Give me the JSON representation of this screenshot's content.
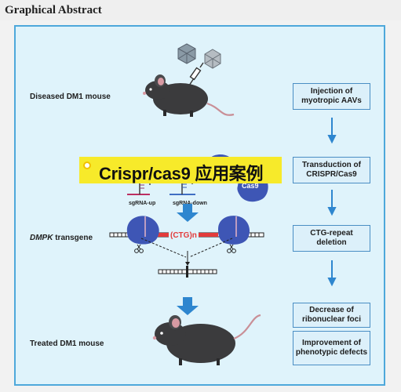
{
  "header": {
    "title": "Graphical Abstract"
  },
  "labels": {
    "diseased": "Diseased DM1 mouse",
    "treated": "Treated DM1 mouse",
    "transgene_gene": "DMPK",
    "transgene_suffix": " transgene",
    "sgrna_up": "sgRNA-up",
    "sgrna_down": "sgRNA-down",
    "cas9": "Cas9",
    "ctg_repeat": "(CTG)n"
  },
  "steps": [
    "Injection of myotropic AAVs",
    "Transduction of CRISPR/Cas9",
    "CTG-repeat deletion",
    "Decrease of ribonuclear foci",
    "Improvement of phenotypic defects"
  ],
  "overlay": {
    "text": "Crispr/cas9 应用案例"
  },
  "colors": {
    "panel_bg": "#dff3fb",
    "panel_border": "#4ea8db",
    "arrow": "#2e86cf",
    "cas9": "#3e56b5",
    "ctg": "#e33b3b",
    "overlay_bg": "#f7ea2a"
  }
}
